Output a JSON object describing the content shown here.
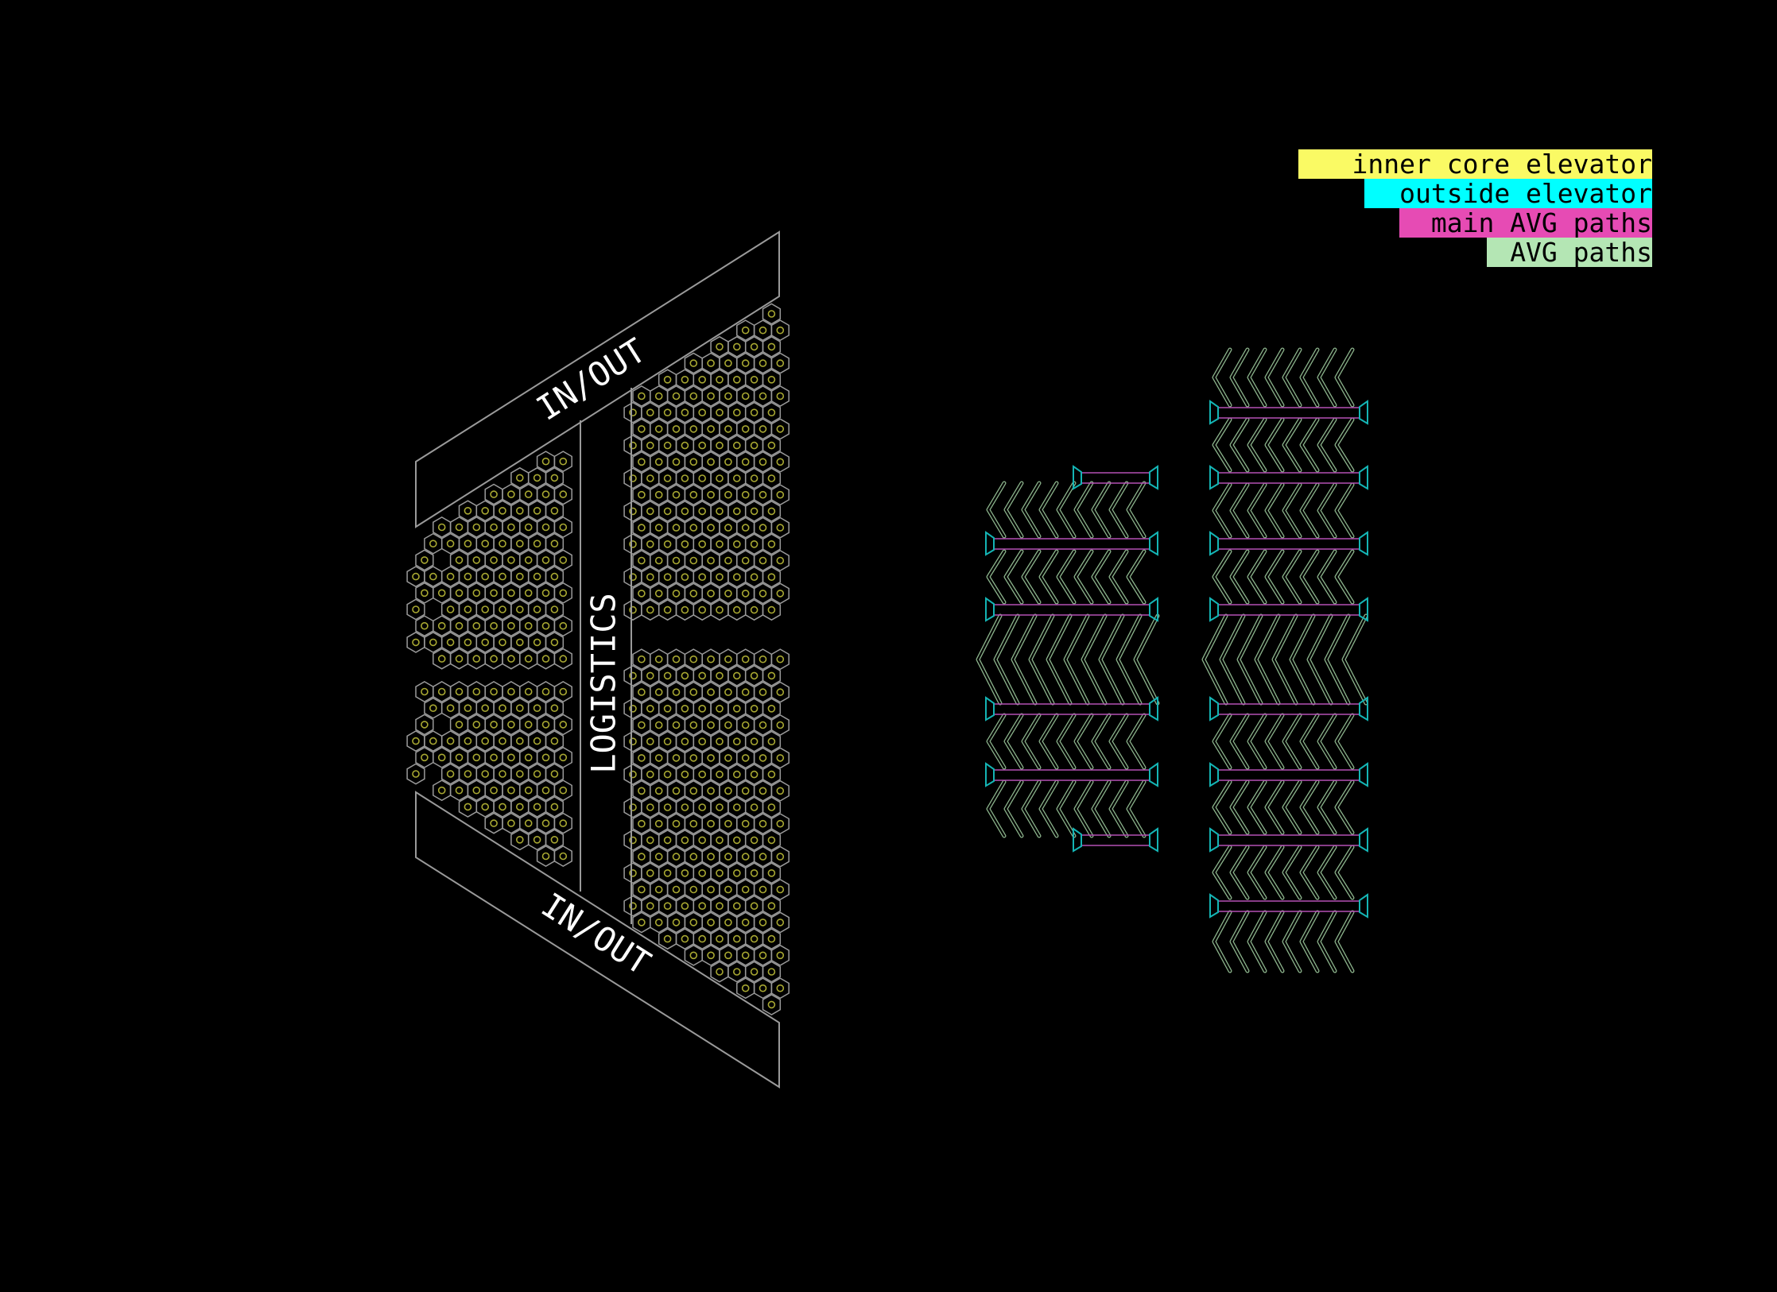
{
  "labels": {
    "in_out_top": "IN/OUT",
    "in_out_bottom": "IN/OUT",
    "logistics": "LOGISTICS"
  },
  "legend": [
    {
      "label": "inner core elevator",
      "color": "#fafa64"
    },
    {
      "label": "outside elevator",
      "color": "#00ffff"
    },
    {
      "label": "main AVG paths",
      "color": "#e64bb4"
    },
    {
      "label": "AVG paths",
      "color": "#b4e6b4"
    }
  ],
  "colors": {
    "outline": "#9a9a9a",
    "hex_core": "#a8a832",
    "elevator": "#14b4b4",
    "main_path": "#b450b4",
    "path": "#8cb48c"
  }
}
